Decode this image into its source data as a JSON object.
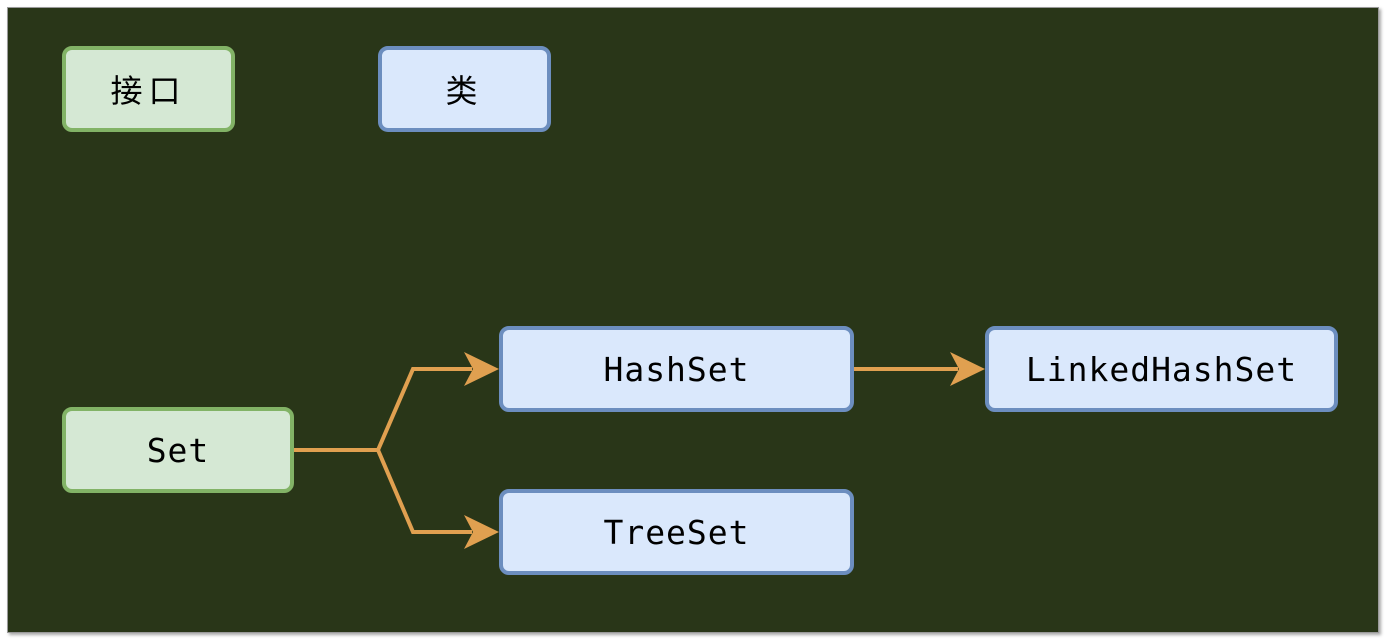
{
  "legend": {
    "interface_label": "接口",
    "class_label": "类"
  },
  "nodes": {
    "set": "Set",
    "hashset": "HashSet",
    "treeset": "TreeSet",
    "linkedhashset": "LinkedHashSet"
  },
  "colors": {
    "background": "#293618",
    "interface_fill": "#d5e8d4",
    "interface_stroke": "#82b366",
    "class_fill": "#dae8fc",
    "class_stroke": "#6c8ebf",
    "arrow": "#e0a050"
  }
}
